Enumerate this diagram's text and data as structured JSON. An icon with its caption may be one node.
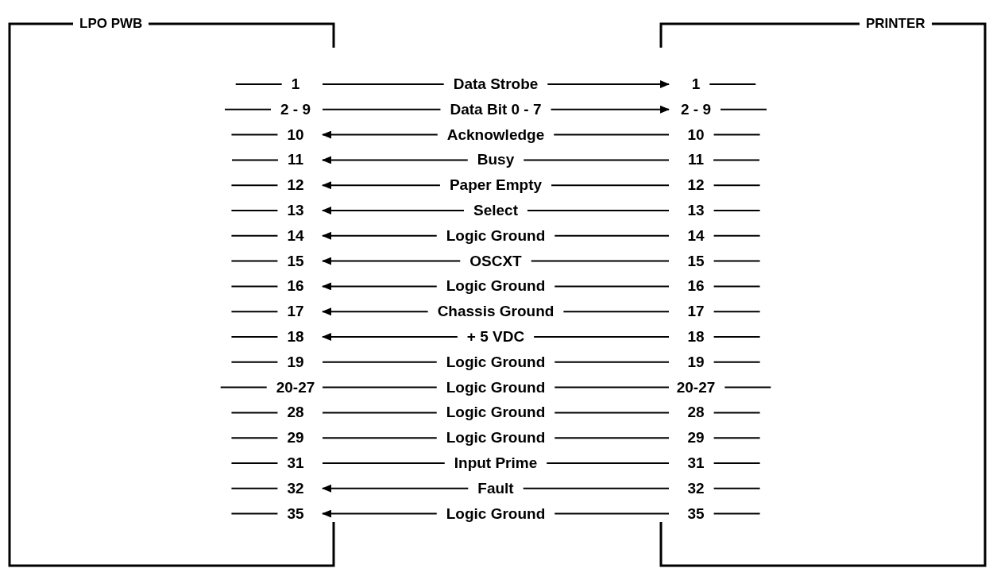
{
  "diagram": {
    "nodes": [
      {
        "text": [
          "LPO PWB"
        ]
      },
      {
        "text": [
          "PRINTER"
        ]
      },
      {
        "text": [
          "1"
        ],
        "in": 0
      },
      {
        "text": [
          "1"
        ],
        "in": 1
      },
      {
        "text": [
          "2 - 9"
        ],
        "in": 0
      },
      {
        "text": [
          "2 - 9"
        ],
        "in": 1
      },
      {
        "text": [
          "10"
        ],
        "in": 0
      },
      {
        "text": [
          "10"
        ],
        "in": 1
      },
      {
        "text": [
          "11"
        ],
        "in": 0
      },
      {
        "text": [
          "11"
        ],
        "in": 1
      },
      {
        "text": [
          "12"
        ],
        "in": 0
      },
      {
        "text": [
          "12"
        ],
        "in": 1
      },
      {
        "text": [
          "13"
        ],
        "in": 0
      },
      {
        "text": [
          "13"
        ],
        "in": 1
      },
      {
        "text": [
          "14"
        ],
        "in": 0
      },
      {
        "text": [
          "14"
        ],
        "in": 1
      },
      {
        "text": [
          "15"
        ],
        "in": 0
      },
      {
        "text": [
          "15"
        ],
        "in": 1
      },
      {
        "text": [
          "16"
        ],
        "in": 0
      },
      {
        "text": [
          "16"
        ],
        "in": 1
      },
      {
        "text": [
          "17"
        ],
        "in": 0
      },
      {
        "text": [
          "17"
        ],
        "in": 1
      },
      {
        "text": [
          "18"
        ],
        "in": 0
      },
      {
        "text": [
          "18"
        ],
        "in": 1
      },
      {
        "text": [
          "19"
        ],
        "in": 0
      },
      {
        "text": [
          "19"
        ],
        "in": 1
      },
      {
        "text": [
          "20-27"
        ],
        "in": 0
      },
      {
        "text": [
          "20-27"
        ],
        "in": 1
      },
      {
        "text": [
          "28"
        ],
        "in": 0
      },
      {
        "text": [
          "28"
        ],
        "in": 1
      },
      {
        "text": [
          "29"
        ],
        "in": 0
      },
      {
        "text": [
          "29"
        ],
        "in": 1
      },
      {
        "text": [
          "31"
        ],
        "in": 0
      },
      {
        "text": [
          "31"
        ],
        "in": 1
      },
      {
        "text": [
          "32"
        ],
        "in": 0
      },
      {
        "text": [
          "32"
        ],
        "in": 1
      },
      {
        "text": [
          "35"
        ],
        "in": 0
      },
      {
        "text": [
          "35"
        ],
        "in": 1
      }
    ],
    "edges": [
      {
        "from": 2,
        "to": 3,
        "arrow": "to",
        "label": "Data Strobe"
      },
      {
        "from": 4,
        "to": 5,
        "arrow": "to",
        "label": "Data Bit 0 - 7"
      },
      {
        "from": 7,
        "to": 6,
        "arrow": "to",
        "label": "Acknowledge"
      },
      {
        "from": 9,
        "to": 8,
        "arrow": "to",
        "label": "Busy"
      },
      {
        "from": 11,
        "to": 10,
        "arrow": "to",
        "label": "Paper Empty"
      },
      {
        "from": 13,
        "to": 12,
        "arrow": "to",
        "label": "Select"
      },
      {
        "from": 15,
        "to": 14,
        "arrow": "to",
        "label": "Logic Ground"
      },
      {
        "from": 17,
        "to": 16,
        "arrow": "to",
        "label": "OSCXT"
      },
      {
        "from": 19,
        "to": 18,
        "arrow": "to",
        "label": "Logic Ground"
      },
      {
        "from": 21,
        "to": 20,
        "arrow": "to",
        "label": "Chassis Ground"
      },
      {
        "from": 23,
        "to": 22,
        "arrow": "to",
        "label": "+ 5 VDC"
      },
      {
        "from": 24,
        "to": 25,
        "arrow": "none",
        "label": "Logic Ground"
      },
      {
        "from": 26,
        "to": 27,
        "arrow": "none",
        "label": "Logic Ground"
      },
      {
        "from": 28,
        "to": 29,
        "arrow": "none",
        "label": "Logic Ground"
      },
      {
        "from": 30,
        "to": 31,
        "arrow": "none",
        "label": "Logic Ground"
      },
      {
        "from": 32,
        "to": 33,
        "arrow": "none",
        "label": "Input Prime"
      },
      {
        "from": 35,
        "to": 34,
        "arrow": "to",
        "label": "Fault"
      },
      {
        "from": 37,
        "to": 36,
        "arrow": "to",
        "label": "Logic Ground"
      }
    ]
  }
}
